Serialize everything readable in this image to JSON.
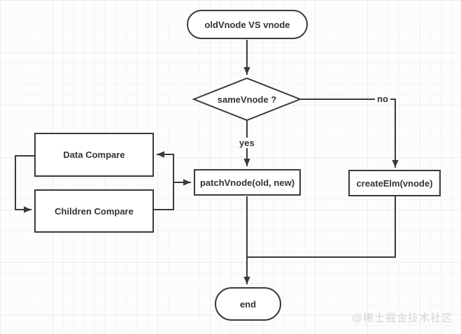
{
  "canvas": {
    "background": "#fdfdfd",
    "grid_minor_color": "#f5f5f5",
    "grid_major_color": "#ececec"
  },
  "colors": {
    "stroke": "#3a3a3a",
    "text": "#333333",
    "node_fill": "#ffffff",
    "watermark": "#d5d5d5"
  },
  "nodes": {
    "start": {
      "label": "oldVnode VS vnode",
      "shape": "terminator"
    },
    "decision": {
      "label": "sameVnode ?",
      "shape": "decision"
    },
    "patch_vnode": {
      "label": "patchVnode(old, new)",
      "shape": "process"
    },
    "create_elm": {
      "label": "createElm(vnode)",
      "shape": "process"
    },
    "data_compare": {
      "label": "Data Compare",
      "shape": "process"
    },
    "children_compare": {
      "label": "Children Compare",
      "shape": "process"
    },
    "end": {
      "label": "end",
      "shape": "terminator"
    }
  },
  "edges": {
    "yes_label": "yes",
    "no_label": "no"
  },
  "watermark": "@稀土掘金技术社区"
}
